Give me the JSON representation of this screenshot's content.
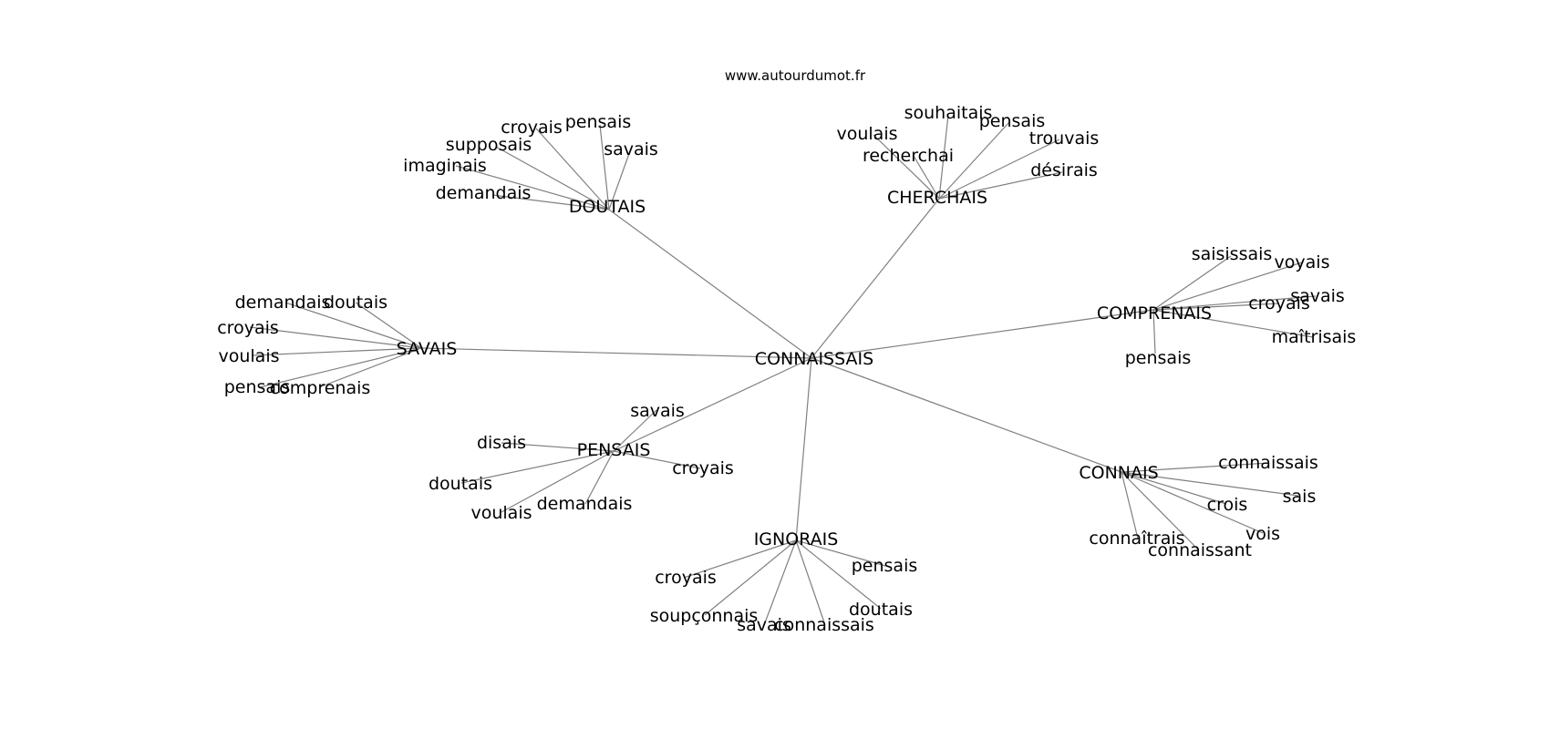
{
  "site": "www.autourdumot.fr",
  "center": "CONNAISSAIS",
  "clusters": [
    {
      "id": "doutais",
      "label": "DOUTAIS",
      "leaves": [
        "croyais",
        "pensais",
        "supposais",
        "savais",
        "imaginais",
        "demandais"
      ]
    },
    {
      "id": "cherchais",
      "label": "CHERCHAIS",
      "leaves": [
        "souhaitais",
        "pensais",
        "voulais",
        "trouvais",
        "recherchai",
        "désirais"
      ]
    },
    {
      "id": "comprenais",
      "label": "COMPRENAIS",
      "leaves": [
        "saisissais",
        "voyais",
        "croyais",
        "savais",
        "maîtrisais",
        "pensais"
      ]
    },
    {
      "id": "savais",
      "label": "SAVAIS",
      "leaves": [
        "demandais",
        "doutais",
        "croyais",
        "voulais",
        "pensais",
        "comprenais"
      ]
    },
    {
      "id": "pensais",
      "label": "PENSAIS",
      "leaves": [
        "savais",
        "disais",
        "croyais",
        "doutais",
        "demandais",
        "voulais"
      ]
    },
    {
      "id": "connais",
      "label": "CONNAIS",
      "leaves": [
        "connaissais",
        "sais",
        "crois",
        "vois",
        "connaîtrais",
        "connaissant"
      ]
    },
    {
      "id": "ignorais",
      "label": "IGNORAIS",
      "leaves": [
        "pensais",
        "croyais",
        "doutais",
        "soupçonnais",
        "savais",
        "connaissais"
      ]
    }
  ]
}
